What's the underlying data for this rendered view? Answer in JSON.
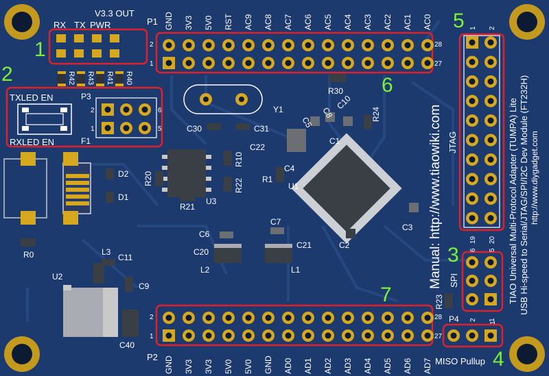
{
  "colors": {
    "board": "#1d3a6e",
    "trace": "#284a84",
    "gold": "#d6a820",
    "silk": "#ffffff",
    "highlight": "#e0202a",
    "callout": "#7cf03a",
    "ic": "#3a3f46",
    "ic_pin": "#c9c9c9"
  },
  "callouts": [
    "1",
    "2",
    "3",
    "4",
    "5",
    "6",
    "7"
  ],
  "leds": {
    "v33_out": "V3.3 OUT",
    "rx": "RX",
    "tx": "TX",
    "pwr": "PWR",
    "resistors": [
      "R42",
      "R43",
      "R41",
      "R40"
    ]
  },
  "jumpers": {
    "txled_en": "TXLED EN",
    "rxled_en": "RXLED EN",
    "f1": "F1",
    "p3": "P3",
    "p3_pins": [
      "2",
      "6",
      "1",
      "5"
    ]
  },
  "p1": {
    "name": "P1",
    "pins": [
      "GND",
      "3V3",
      "5V0",
      "RST",
      "AC9",
      "AC8",
      "AC7",
      "AC6",
      "AC5",
      "AC4",
      "AC3",
      "AC2",
      "AC1",
      "AC0"
    ],
    "row_left": [
      "2",
      "1"
    ],
    "row_right": [
      "28",
      "27"
    ]
  },
  "p2": {
    "name": "P2",
    "pins": [
      "GND",
      "3V3",
      "3V3",
      "5V0",
      "5V0",
      "GND",
      "AD0",
      "AD1",
      "AD2",
      "AD3",
      "AD4",
      "AD5",
      "AD6",
      "AD7"
    ],
    "row_left": [
      "2",
      "1"
    ],
    "row_right": [
      "28",
      "27"
    ]
  },
  "jtag": {
    "label": "JTAG",
    "top_pins": [
      "1",
      "2"
    ],
    "bottom_pins": [
      "19",
      "20"
    ]
  },
  "spi": {
    "label": "SPI",
    "top_pins": [
      "6",
      "5"
    ],
    "bottom_pins": [
      "2",
      "1"
    ]
  },
  "p4": {
    "name": "P4",
    "label": "MISO Pullup",
    "pins": [
      "1"
    ]
  },
  "side_text": {
    "manual": "Manual: http://www.tiaowiki.com",
    "line1": "TIAO Universal Multi-Protocol Adapter (TUMPA) Lite",
    "line2": "USB Hi-speed to Serial/JTAG/SPI/I2C Dev Module (FT232H)",
    "line3": "http://www.diygadget.com"
  },
  "components": [
    "R30",
    "Y1",
    "C30",
    "C31",
    "C22",
    "C5",
    "C8",
    "C10",
    "C1",
    "C4",
    "R24",
    "R1",
    "U1",
    "C3",
    "C2",
    "R10",
    "R20",
    "R22",
    "U3",
    "R21",
    "D2",
    "D1",
    "R0",
    "C6",
    "C7",
    "C20",
    "C21",
    "L2",
    "L1",
    "L3",
    "C11",
    "C9",
    "U2",
    "C40",
    "R23"
  ]
}
